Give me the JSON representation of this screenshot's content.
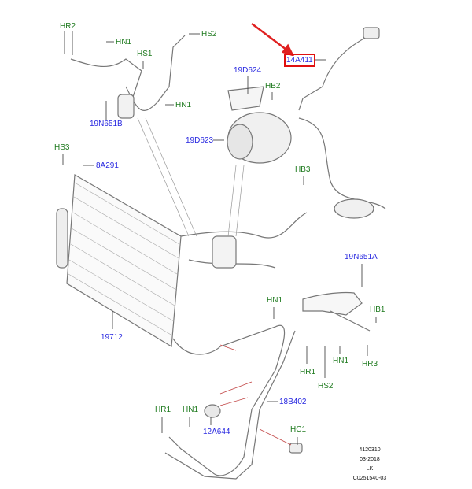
{
  "labels": {
    "hr2": "HR2",
    "hn1_a": "HN1",
    "hs2_a": "HS2",
    "hs1": "HS1",
    "hn1_b": "HN1",
    "p19n651b": "19N651B",
    "p14a411": "14A411",
    "p19d624": "19D624",
    "hb2": "HB2",
    "p19d623": "19D623",
    "hs3": "HS3",
    "p8a291": "8A291",
    "hb3": "HB3",
    "p19n651a": "19N651A",
    "hn1_c": "HN1",
    "hb1": "HB1",
    "p19712": "19712",
    "hr1_a": "HR1",
    "hn1_d": "HN1",
    "hr3": "HR3",
    "hs2_b": "HS2",
    "p18b402": "18B402",
    "hr1_b": "HR1",
    "hn1_e": "HN1",
    "p12a644": "12A644",
    "hc1": "HC1"
  },
  "footer": {
    "code": "4120310",
    "date": "03-2018",
    "region": "LK",
    "ref": "C0251540-03"
  },
  "colors": {
    "hardware": "#1e7a1e",
    "part": "#2828e0",
    "highlight": "#e01010"
  }
}
